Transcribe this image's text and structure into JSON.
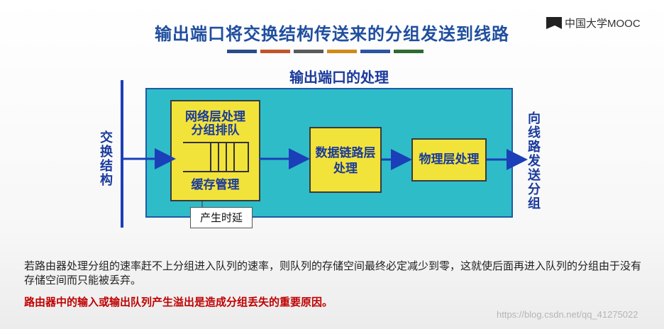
{
  "slide": {
    "title": "输出端口将交换结构传送来的分组发送到线路"
  },
  "logo": {
    "text": "中国大学MOOC",
    "icon": "mooc-logo-icon"
  },
  "color_bars": [
    "#2a4c8a",
    "#c0552a",
    "#5a5a5a",
    "#d08a1a",
    "#2a55a5",
    "#2e6b2e"
  ],
  "diagram": {
    "section_title": "输出端口的处理",
    "left_label": [
      "交",
      "换",
      "结",
      "构"
    ],
    "right_label": [
      "向",
      "线",
      "路",
      "发",
      "送",
      "分",
      "组"
    ],
    "network_box": {
      "line1": "网络层处理",
      "line2": "分组排队",
      "line3": "缓存管理"
    },
    "datalink_box": {
      "line1": "数据链路层",
      "line2": "处理"
    },
    "physical_box": {
      "label": "物理层处理"
    },
    "delay_label": "产生时延",
    "colors": {
      "port_box": "#2fbcc9",
      "module": "#f2e33a",
      "arrow": "#1b3fb8"
    }
  },
  "text": {
    "paragraph": "若路由器处理分组的速率赶不上分组进入队列的速率，则队列的存储空间最终必定减少到零，这就使后面再进入队列的分组由于没有存储空间而只能被丢弃。",
    "highlight": "路由器中的输入或输出队列产生溢出是造成分组丢失的重要原因。"
  },
  "watermark": "https://blog.csdn.net/qq_41275022"
}
